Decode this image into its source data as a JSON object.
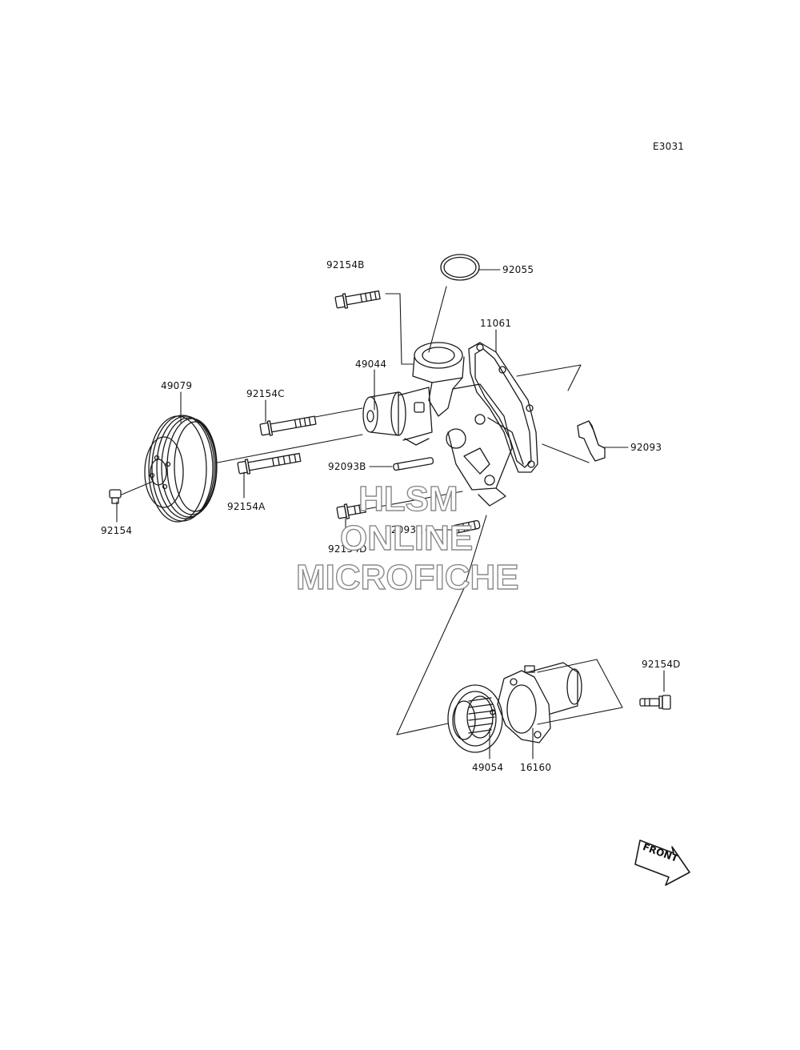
{
  "diagram_code": "E3031",
  "watermark": {
    "line1": "HLSM",
    "line2": "ONLINE",
    "line3": "MICROFICHE"
  },
  "front_label": "FRONT",
  "parts": {
    "p92154B": "92154B",
    "p92055": "92055",
    "p11061": "11061",
    "p49044": "49044",
    "p49079": "49079",
    "p92154C": "92154C",
    "p92093": "92093",
    "p92093B": "92093B",
    "p92154A": "92154A",
    "p92154": "92154",
    "p92093A": "92093A",
    "p92154D_left": "92154D",
    "p92154D_right": "92154D",
    "p49054": "49054",
    "p16160": "16160"
  }
}
